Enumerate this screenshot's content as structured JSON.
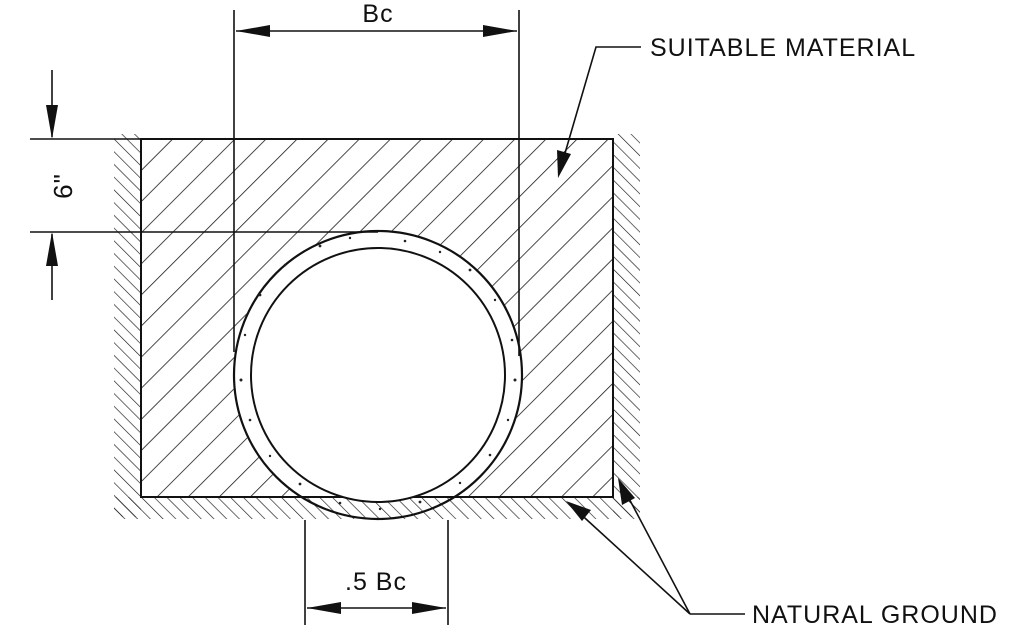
{
  "labels": {
    "pipe_width": "Bc",
    "cover_depth": "6\"",
    "half_width": ".5 Bc",
    "backfill": "SUITABLE MATERIAL",
    "ground": "NATURAL GROUND"
  },
  "colors": {
    "ink": "#111111",
    "paper": "#ffffff"
  }
}
